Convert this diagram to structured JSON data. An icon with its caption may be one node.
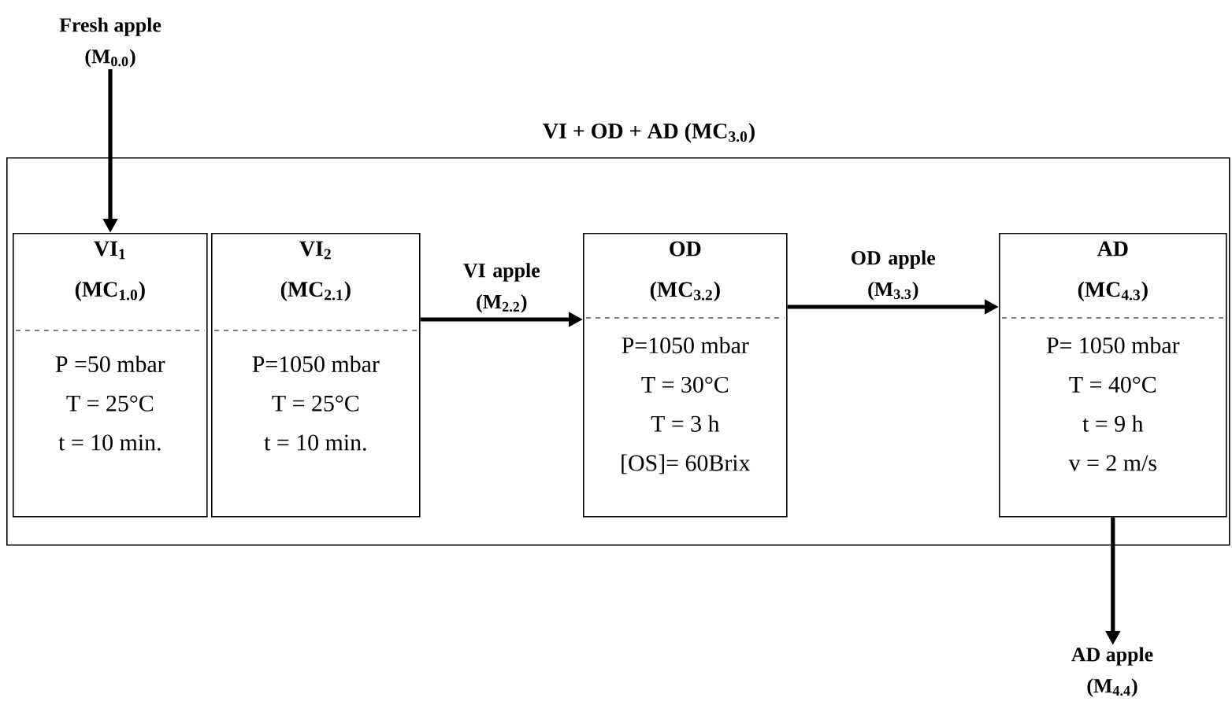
{
  "diagram": {
    "nodes": [
      {
        "text": [
          "Fresh apple",
          "(M$_{0.0}$)"
        ]
      },
      {
        "text": [
          "VI + OD + AD (MC$_{3.0}$)"
        ]
      },
      {
        "text": [
          "VI$_{1}$",
          "(MC$_{1.0}$)",
          "P =50 mbar",
          "T = 25°C",
          "t = 10 min."
        ],
        "in": 1
      },
      {
        "text": [
          "VI$_{2}$",
          "(MC$_{2.1}$)",
          "P=1050 mbar",
          "T = 25°C",
          "t = 10 min."
        ],
        "in": 1
      },
      {
        "text": [
          "OD",
          "(MC$_{3.2}$)",
          "P=1050 mbar",
          "T = 30°C",
          "T = 3 h",
          "[OS]= 60Brix"
        ],
        "in": 1
      },
      {
        "text": [
          "AD",
          "(MC$_{4.3}$)",
          "P= 1050 mbar",
          "T = 40°C",
          "t = 9 h",
          "v = 2 m/s"
        ],
        "in": 1
      },
      {
        "text": [
          "AD apple",
          "(M$_{4.4}$)"
        ]
      }
    ],
    "edges": [
      {
        "from": 0,
        "to": 2,
        "arrow": "to"
      },
      {
        "from": 3,
        "to": 4,
        "arrow": "to",
        "label": "VI apple (M$_{2.2}$)"
      },
      {
        "from": 4,
        "to": 5,
        "arrow": "to",
        "label": "OD apple (M$_{3.3}$)"
      },
      {
        "from": 5,
        "to": 6,
        "arrow": "to"
      }
    ]
  }
}
